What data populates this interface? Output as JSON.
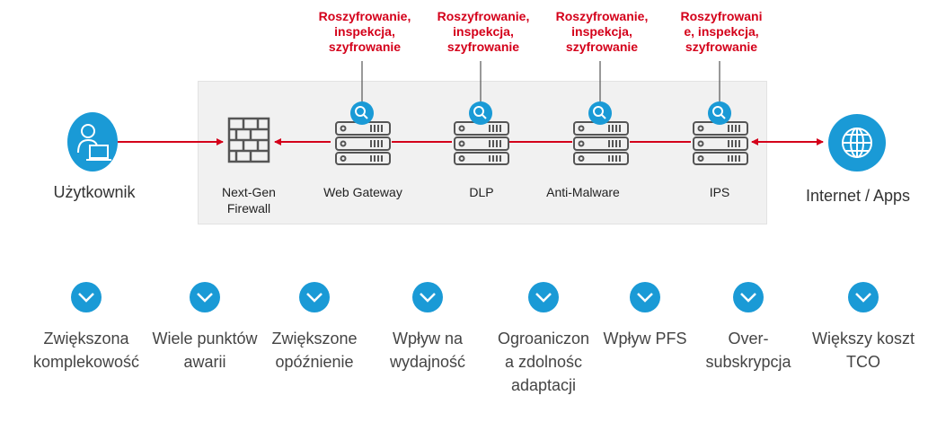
{
  "colors": {
    "accent_blue": "#1a9ad6",
    "accent_red": "#d4001a",
    "panel_gray": "#f1f1f1"
  },
  "user": {
    "label": "Użytkownik",
    "icon": "user-computer-icon"
  },
  "internet": {
    "label": "Internet  / Apps",
    "icon": "globe-icon"
  },
  "firewall": {
    "label_line1": "Next-Gen",
    "label_line2": "Firewall",
    "icon": "brick-wall-icon"
  },
  "nodes": [
    {
      "label": "Web Gateway",
      "icon": "server-inspect-icon",
      "annotation": [
        "Roszyfrowanie,",
        "inspekcja,",
        "szyfrowanie"
      ]
    },
    {
      "label": "DLP",
      "icon": "server-inspect-icon",
      "annotation": [
        "Roszyfrowanie,",
        "inspekcja,",
        "szyfrowanie"
      ]
    },
    {
      "label": "Anti-Malware",
      "icon": "server-inspect-icon",
      "annotation": [
        "Roszyfrowanie,",
        "inspekcja,",
        "szyfrowanie"
      ]
    },
    {
      "label": "IPS",
      "icon": "server-inspect-icon",
      "annotation": [
        "Roszyfrowani",
        "e, inspekcja,",
        "szyfrowanie"
      ]
    }
  ],
  "consequences": [
    {
      "lines": [
        "Zwiększona",
        "komplekowość"
      ]
    },
    {
      "lines": [
        "Wiele punktów",
        "awarii"
      ]
    },
    {
      "lines": [
        "Zwiększone",
        "opóźnienie"
      ]
    },
    {
      "lines": [
        "Wpływ na",
        "wydajność"
      ]
    },
    {
      "lines": [
        "Ogroaniczon",
        "a zdolnośc",
        "adaptacji"
      ]
    },
    {
      "lines": [
        "Wpływ PFS"
      ]
    },
    {
      "lines": [
        "Over-",
        "subskrypcja"
      ]
    },
    {
      "lines": [
        "Większy koszt",
        "TCO"
      ]
    }
  ]
}
